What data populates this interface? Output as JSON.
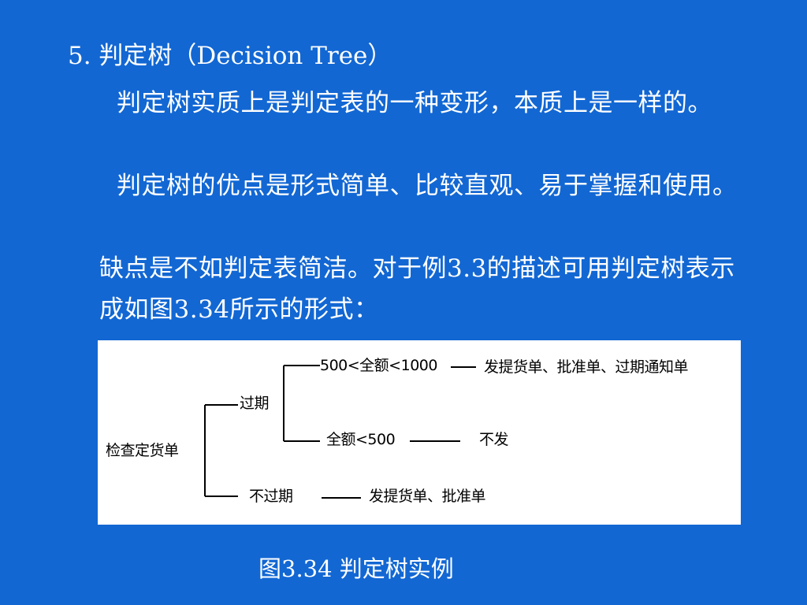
{
  "heading": "5. 判定树（Decision Tree）",
  "paragraphs": [
    "判定树实质上是判定表的一种变形，本质上是一样的。",
    "判定树的优点是形式简单、比较直观、易于掌握和使用。",
    "缺点是不如判定表简洁。对于例3.3的描述可用判定树表示成如图3.34所示的形式："
  ],
  "diagram": {
    "root": "检查定货单",
    "branches": [
      {
        "label": "过期",
        "children": [
          {
            "condition": "500<全额<1000",
            "action": "发提货单、批准单、过期通知单"
          },
          {
            "condition": "全额<500",
            "action": "不发"
          }
        ]
      },
      {
        "label": "不过期",
        "action": "发提货单、批准单"
      }
    ]
  },
  "caption": "图3.34 判定树实例"
}
